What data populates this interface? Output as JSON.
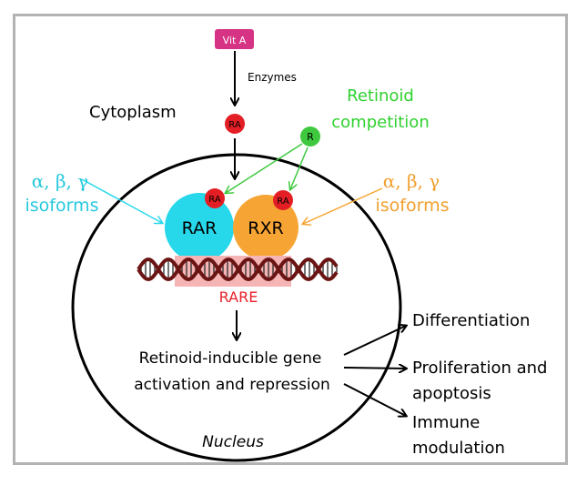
{
  "nodes": {
    "vit_a": "Vit A",
    "enzymes": "Enzymes",
    "cytoplasm": "Cytoplasm",
    "ra_top": "RA",
    "r": "R",
    "retinoid_line1": "Retinoid",
    "retinoid_line2": "competition",
    "ra_rar": "RA",
    "ra_rxr": "RA",
    "rar": "RAR",
    "rxr": "RXR",
    "rare": "RARE",
    "left_greek": "α, β, γ",
    "left_isoforms": "isoforms",
    "right_greek": "α, β, γ",
    "right_isoforms": "isoforms",
    "gene_line1": "Retinoid-inducible gene",
    "gene_line2": "activation and repression",
    "nucleus": "Nucleus",
    "out_diff": "Differentiation",
    "out_prolif1": "Proliferation and",
    "out_prolif2": "apoptosis",
    "out_immune1": "Immune",
    "out_immune2": "modulation"
  },
  "colors": {
    "vit_a": "#d63384",
    "ra": "#e31e24",
    "r": "#3ec93e",
    "green_text": "#2fd12f",
    "rar": "#27d8ea",
    "cyan_text": "#27c9dd",
    "rxr": "#f6a535",
    "orange_text": "#f0a030",
    "rare_box": "#f5b5b5",
    "rare_text": "#e8202a",
    "dna": "#6b1414"
  }
}
